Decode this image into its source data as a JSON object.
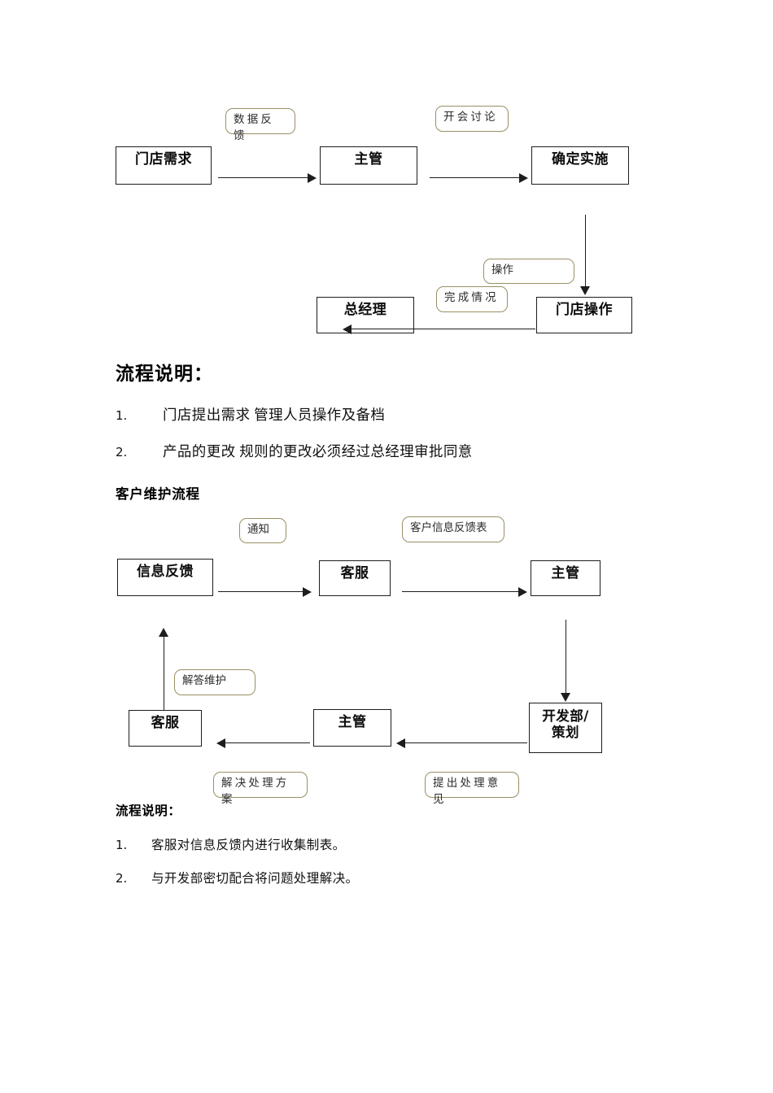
{
  "document": {
    "flowchart_1": {
      "name": "门店需求流程",
      "nodes": [
        {
          "id": "n1",
          "label": "门店需求"
        },
        {
          "id": "n2",
          "label": "主管"
        },
        {
          "id": "n3",
          "label": "确定实施"
        },
        {
          "id": "n4",
          "label": "门店操作"
        },
        {
          "id": "n5",
          "label": "总经理"
        }
      ],
      "callouts": [
        {
          "id": "c1",
          "label": "数据反馈"
        },
        {
          "id": "c2",
          "label": "开会讨论"
        },
        {
          "id": "c3",
          "label": "操作"
        },
        {
          "id": "c4",
          "label": "完成情况"
        }
      ]
    },
    "section_1": {
      "heading": "流程说明：",
      "items": [
        {
          "marker": "1.",
          "text": "门店提出需求 管理人员操作及备档"
        },
        {
          "marker": "2.",
          "text": "产品的更改 规则的更改必须经过总经理审批同意"
        }
      ]
    },
    "section_2_title": "客户维护流程",
    "flowchart_2": {
      "name": "客户维护流程",
      "nodes": [
        {
          "id": "m1",
          "label": "信息反馈"
        },
        {
          "id": "m2",
          "label": "客服"
        },
        {
          "id": "m3",
          "label": "主管"
        },
        {
          "id": "m4",
          "label_line1": "开发部/",
          "label_line2": "策划"
        },
        {
          "id": "m5",
          "label": "主管"
        },
        {
          "id": "m6",
          "label": "客服"
        }
      ],
      "callouts": [
        {
          "id": "d1",
          "label": "通知"
        },
        {
          "id": "d2",
          "label": "客户信息反馈表"
        },
        {
          "id": "d3",
          "label": "解答维护"
        },
        {
          "id": "d4",
          "label": "解决处理方案"
        },
        {
          "id": "d5",
          "label": "提出处理意见"
        }
      ]
    },
    "section_3": {
      "heading": "流程说明：",
      "items": [
        {
          "marker": "1.",
          "text": "客服对信息反馈内进行收集制表。"
        },
        {
          "marker": "2.",
          "text": "与开发部密切配合将问题处理解决。"
        }
      ]
    },
    "colors": {
      "callout_border": "#9a8f63",
      "node_border": "#1d1d1d",
      "text": "#000000",
      "background": "#ffffff"
    }
  }
}
